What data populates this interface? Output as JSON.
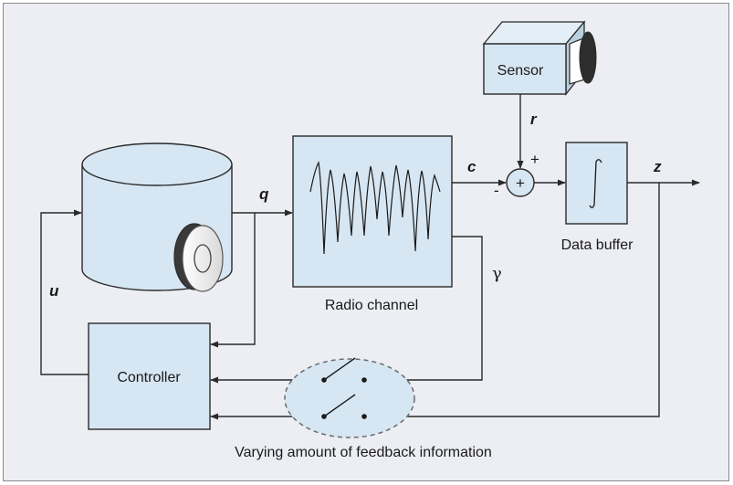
{
  "blocks": {
    "sensor": "Sensor",
    "data_buffer": "Data buffer",
    "radio_channel": "Radio channel",
    "controller": "Controller",
    "summing_plus": "+",
    "integral": "∫"
  },
  "signals": {
    "r": "r",
    "c": "c",
    "z": "z",
    "q": "q",
    "u": "u",
    "gamma": "γ",
    "plus": "+",
    "minus": "-"
  },
  "caption": "Varying amount of feedback information",
  "colors": {
    "background": "#eceef4",
    "block_fill": "#d6e6f2",
    "line": "#2a2a2a",
    "switch_region": "#d6e6f2"
  }
}
